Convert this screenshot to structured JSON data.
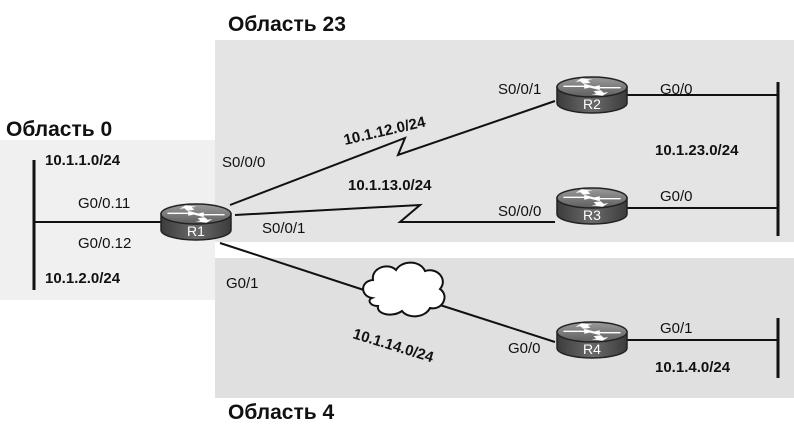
{
  "areas": {
    "area0": "Область 0",
    "area23": "Область 23",
    "area4": "Область 4"
  },
  "routers": {
    "r1": "R1",
    "r2": "R2",
    "r3": "R3",
    "r4": "R4"
  },
  "interfaces": {
    "r1_s000": "S0/0/0",
    "r1_s001": "S0/0/1",
    "r1_g0011": "G0/0.11",
    "r1_g0012": "G0/0.12",
    "r1_g01": "G0/1",
    "r2_s001": "S0/0/1",
    "r2_g00": "G0/0",
    "r3_s000": "S0/0/0",
    "r3_g00": "G0/0",
    "r4_g00": "G0/0",
    "r4_g01": "G0/1"
  },
  "networks": {
    "lan11": "10.1.1.0/24",
    "lan12": "10.1.2.0/24",
    "r1r2": "10.1.12.0/24",
    "r1r3": "10.1.13.0/24",
    "r2r3": "10.1.23.0/24",
    "r1r4": "10.1.14.0/24",
    "lan4": "10.1.4.0/24"
  },
  "colors": {
    "area_fill": "#e4e4e4",
    "router_body": "#6f6f6f"
  }
}
